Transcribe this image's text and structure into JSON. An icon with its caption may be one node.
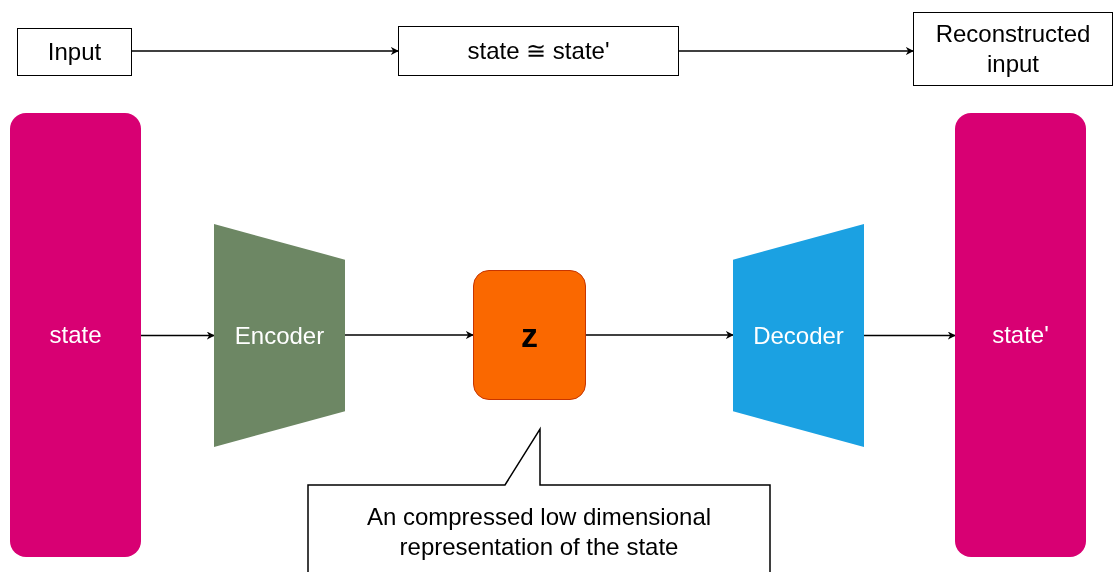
{
  "diagram": {
    "nodes": [
      {
        "text": [
          "Input"
        ]
      },
      {
        "text": [
          "state ≅ state'"
        ]
      },
      {
        "text": [
          "Reconstructed input"
        ]
      },
      {
        "text": [
          "state"
        ]
      },
      {
        "text": [
          "Encoder"
        ]
      },
      {
        "text": [
          "z"
        ]
      },
      {
        "text": [
          "Decoder"
        ]
      },
      {
        "text": [
          "state'"
        ]
      },
      {
        "text": [
          "An compressed low dimensional representation of the state"
        ]
      }
    ],
    "edges": [
      {
        "from": 0,
        "to": 1,
        "arrow": "to"
      },
      {
        "from": 1,
        "to": 2,
        "arrow": "to"
      },
      {
        "from": 3,
        "to": 4,
        "arrow": "to"
      },
      {
        "from": 4,
        "to": 5,
        "arrow": "to"
      },
      {
        "from": 5,
        "to": 6,
        "arrow": "to"
      },
      {
        "from": 6,
        "to": 7,
        "arrow": "to"
      }
    ]
  }
}
